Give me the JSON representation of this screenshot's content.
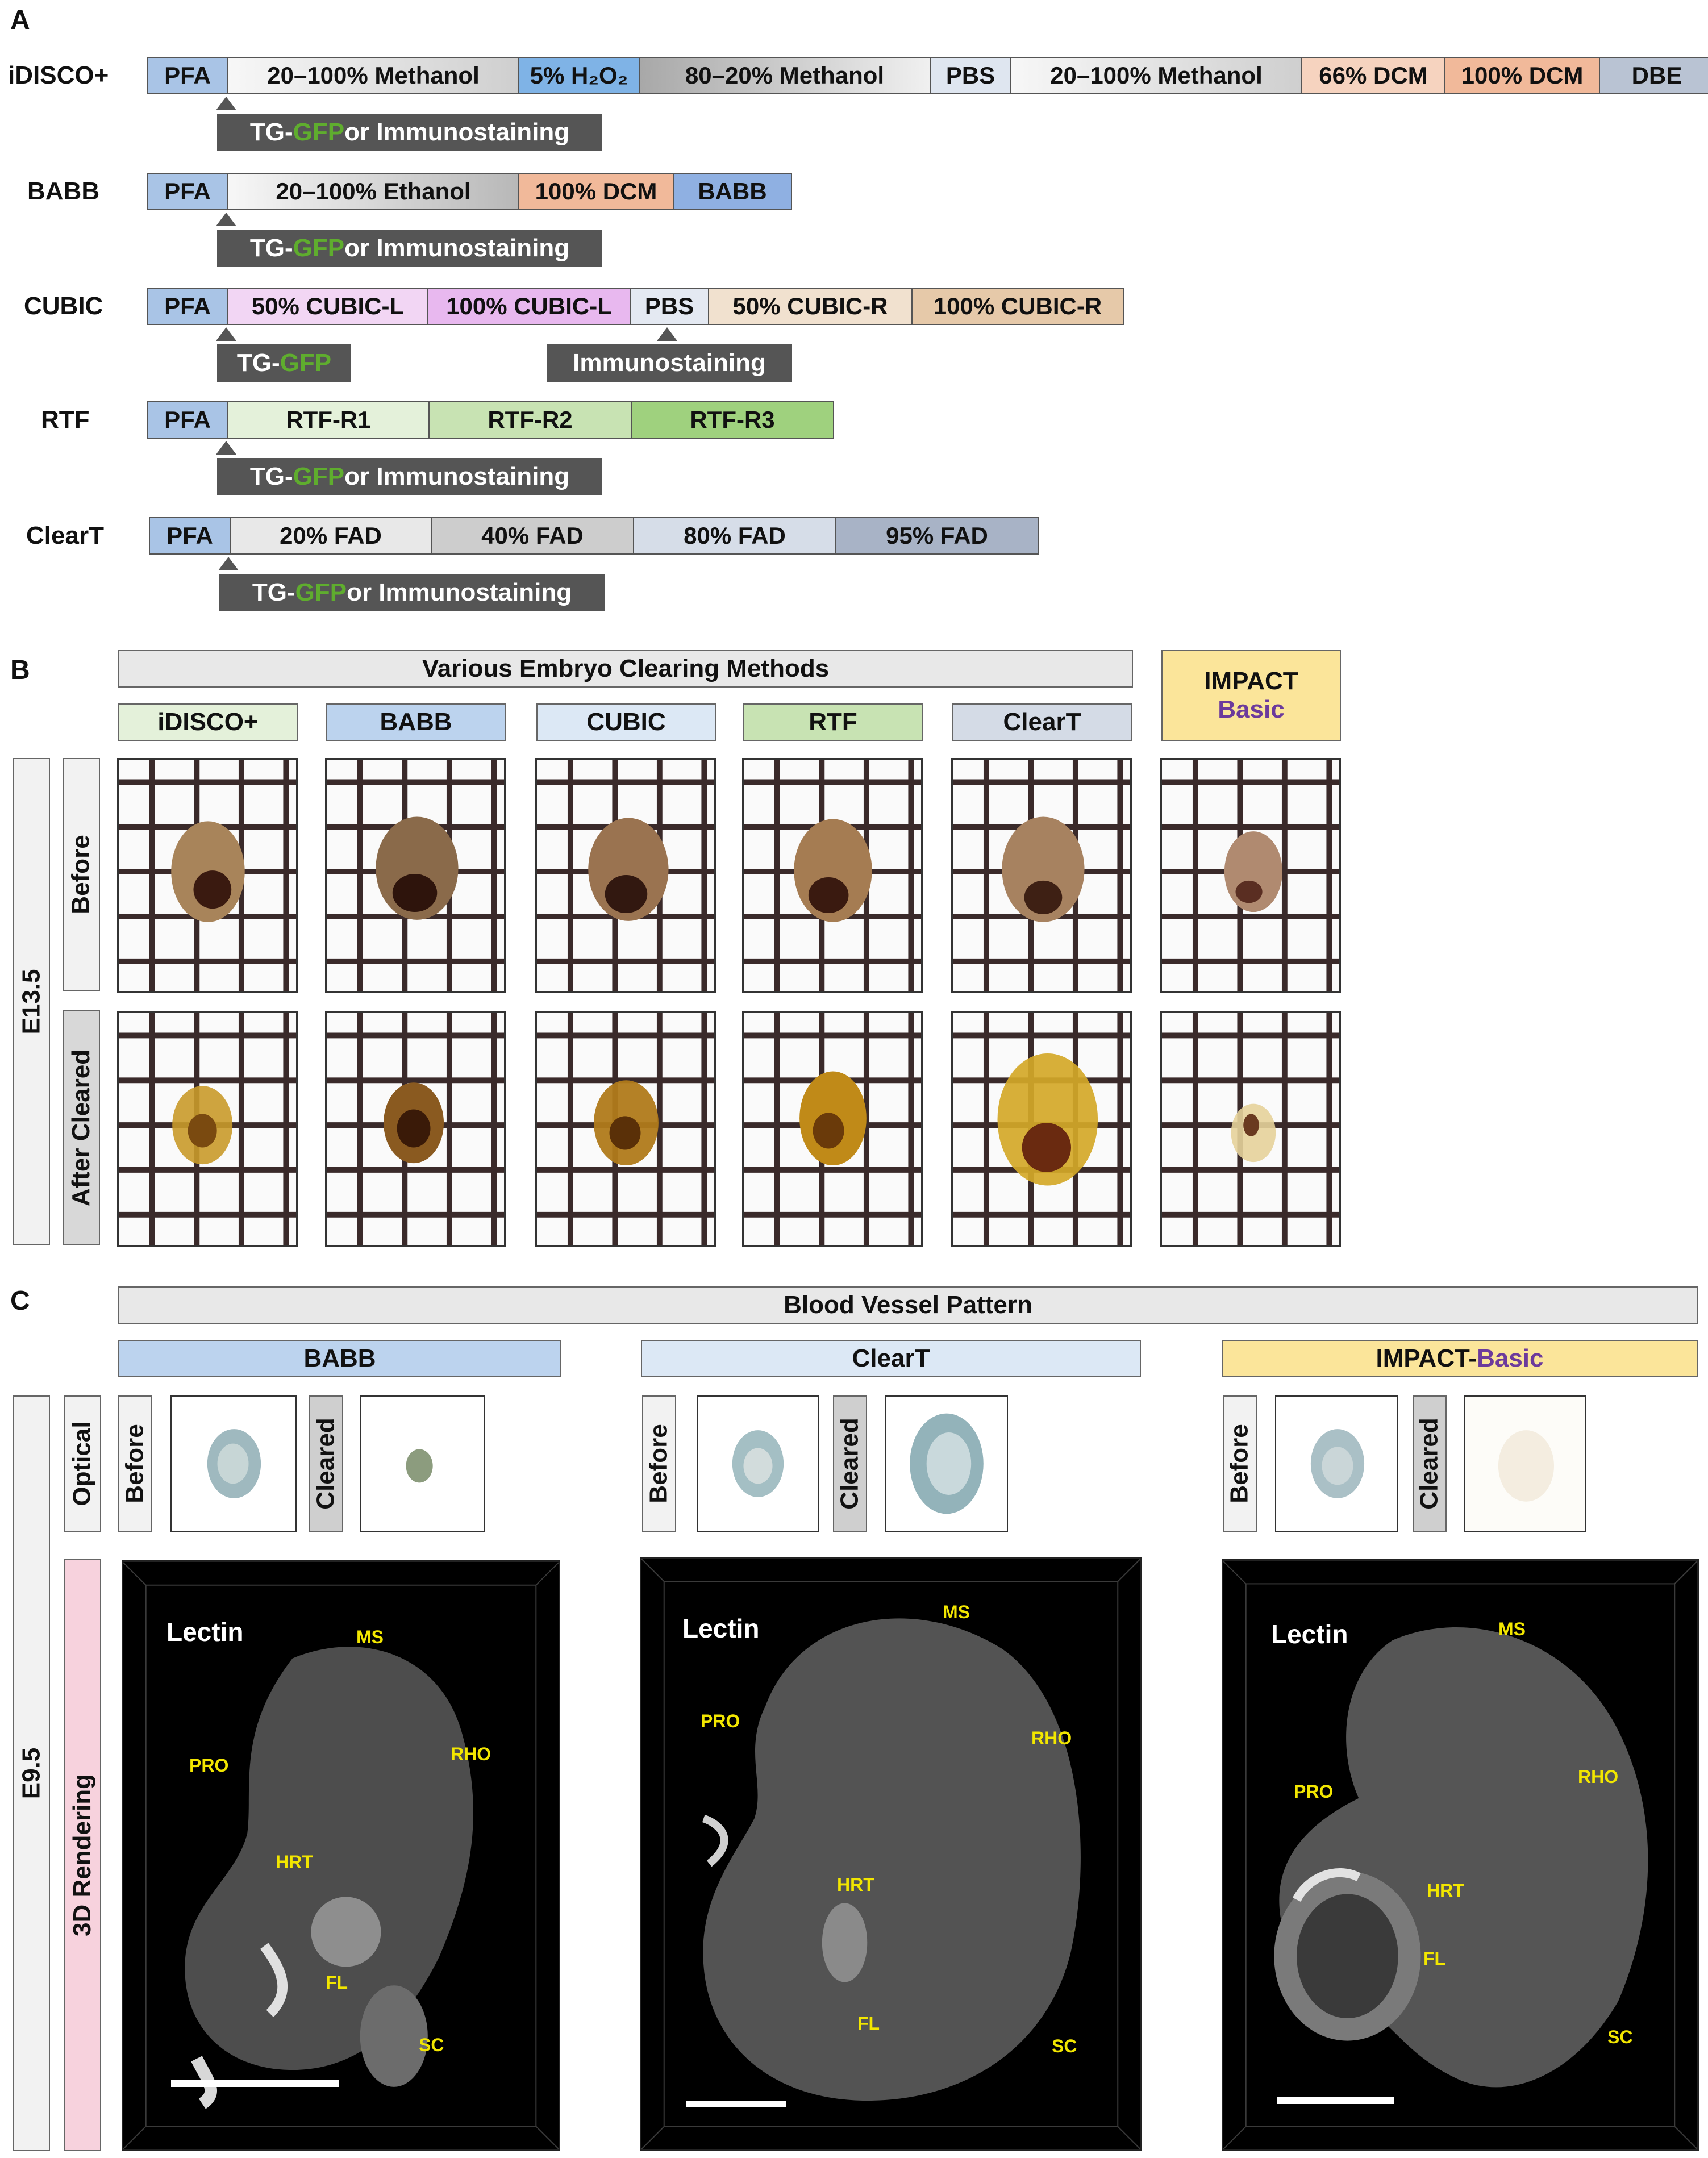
{
  "panelA": {
    "letter": "A",
    "methods": [
      {
        "label": "iDISCO+",
        "segments": [
          {
            "text": "PFA",
            "color": "#a9c4e6"
          },
          {
            "text": "20–100% Methanol",
            "color": "#eaeaea"
          },
          {
            "text": "5% H₂O₂",
            "color": "#7fb3e6"
          },
          {
            "text": "80–20% Methanol",
            "color": "#b9b9b9"
          },
          {
            "text": "PBS",
            "color": "#dfe6f0"
          },
          {
            "text": "20–100% Methanol",
            "color": "#e6e6e6"
          },
          {
            "text": "66% DCM",
            "color": "#f6d3bf"
          },
          {
            "text": "100% DCM",
            "color": "#f1b99a"
          },
          {
            "text": "DBE",
            "color": "#b9c3d3"
          }
        ],
        "notes": [
          {
            "prefix": "TG-",
            "gfp": "GFP",
            "suffix": " or Immunostaining"
          }
        ]
      },
      {
        "label": "BABB",
        "segments": [
          {
            "text": "PFA",
            "color": "#a9c4e6"
          },
          {
            "text": "20–100% Ethanol",
            "color": "#dddddd"
          },
          {
            "text": "100% DCM",
            "color": "#f1b99a"
          },
          {
            "text": "BABB",
            "color": "#8fb0e2"
          }
        ],
        "notes": [
          {
            "prefix": "TG-",
            "gfp": "GFP",
            "suffix": " or Immunostaining"
          }
        ]
      },
      {
        "label": "CUBIC",
        "segments": [
          {
            "text": "PFA",
            "color": "#a9c4e6"
          },
          {
            "text": "50% CUBIC-L",
            "color": "#f2d6f4"
          },
          {
            "text": "100% CUBIC-L",
            "color": "#e8b8ef"
          },
          {
            "text": "PBS",
            "color": "#e4e9f2"
          },
          {
            "text": "50% CUBIC-R",
            "color": "#f1e1cf"
          },
          {
            "text": "100% CUBIC-R",
            "color": "#e6c9a9"
          }
        ],
        "notes": [
          {
            "prefix": "TG-",
            "gfp": "GFP",
            "suffix": ""
          },
          {
            "prefix": "",
            "gfp": "",
            "suffix": "Immunostaining"
          }
        ]
      },
      {
        "label": "RTF",
        "segments": [
          {
            "text": "PFA",
            "color": "#a9c4e6"
          },
          {
            "text": "RTF-R1",
            "color": "#e4f1da"
          },
          {
            "text": "RTF-R2",
            "color": "#c8e3b3"
          },
          {
            "text": "RTF-R3",
            "color": "#9fd17e"
          }
        ],
        "notes": [
          {
            "prefix": "TG-",
            "gfp": "GFP",
            "suffix": " or Immunostaining"
          }
        ]
      },
      {
        "label": "ClearT",
        "segments": [
          {
            "text": "PFA",
            "color": "#a9c4e6"
          },
          {
            "text": "20% FAD",
            "color": "#e8e8e8"
          },
          {
            "text": "40% FAD",
            "color": "#cdcdcd"
          },
          {
            "text": "80% FAD",
            "color": "#d6dde8"
          },
          {
            "text": "95% FAD",
            "color": "#a8b3c6"
          }
        ],
        "notes": [
          {
            "prefix": "TG-",
            "gfp": "GFP",
            "suffix": " or Immunostaining"
          }
        ]
      }
    ]
  },
  "panelB": {
    "letter": "B",
    "header": "Various Embryo Clearing Methods",
    "impact": {
      "line1": "IMPACT",
      "line2": "Basic"
    },
    "columns": [
      {
        "label": "iDISCO+",
        "color": "#e4f1da"
      },
      {
        "label": "BABB",
        "color": "#bcd3ee"
      },
      {
        "label": "CUBIC",
        "color": "#dce8f5"
      },
      {
        "label": "RTF",
        "color": "#c8e3b3"
      },
      {
        "label": "ClearT",
        "color": "#d4dbe6"
      }
    ],
    "stage": "E13.5",
    "rows": [
      "Before",
      "After Cleared"
    ]
  },
  "panelC": {
    "letter": "C",
    "header": "Blood Vessel Pattern",
    "stage": "E9.5",
    "rowOptical": "Optical",
    "row3d": "3D Rendering",
    "groups": [
      {
        "prefix": "BABB",
        "suffix": "",
        "color": "#bcd3ee",
        "before": "Before",
        "cleared": "Cleared",
        "lectin": "Lectin",
        "labels": {
          "ms": "MS",
          "pro": "PRO",
          "rho": "RHO",
          "hrt": "HRT",
          "fl": "FL",
          "sc": "SC"
        }
      },
      {
        "prefix": "ClearT",
        "suffix": "",
        "color": "#dce8f5",
        "before": "Before",
        "cleared": "Cleared",
        "lectin": "Lectin",
        "labels": {
          "ms": "MS",
          "pro": "PRO",
          "rho": "RHO",
          "hrt": "HRT",
          "fl": "FL",
          "sc": "SC"
        }
      },
      {
        "prefix": "IMPACT-",
        "suffix": "Basic",
        "color": "#fbe59a",
        "before": "Before",
        "cleared": "Cleared",
        "lectin": "Lectin",
        "labels": {
          "ms": "MS",
          "pro": "PRO",
          "rho": "RHO",
          "hrt": "HRT",
          "fl": "FL",
          "sc": "SC"
        }
      }
    ]
  }
}
